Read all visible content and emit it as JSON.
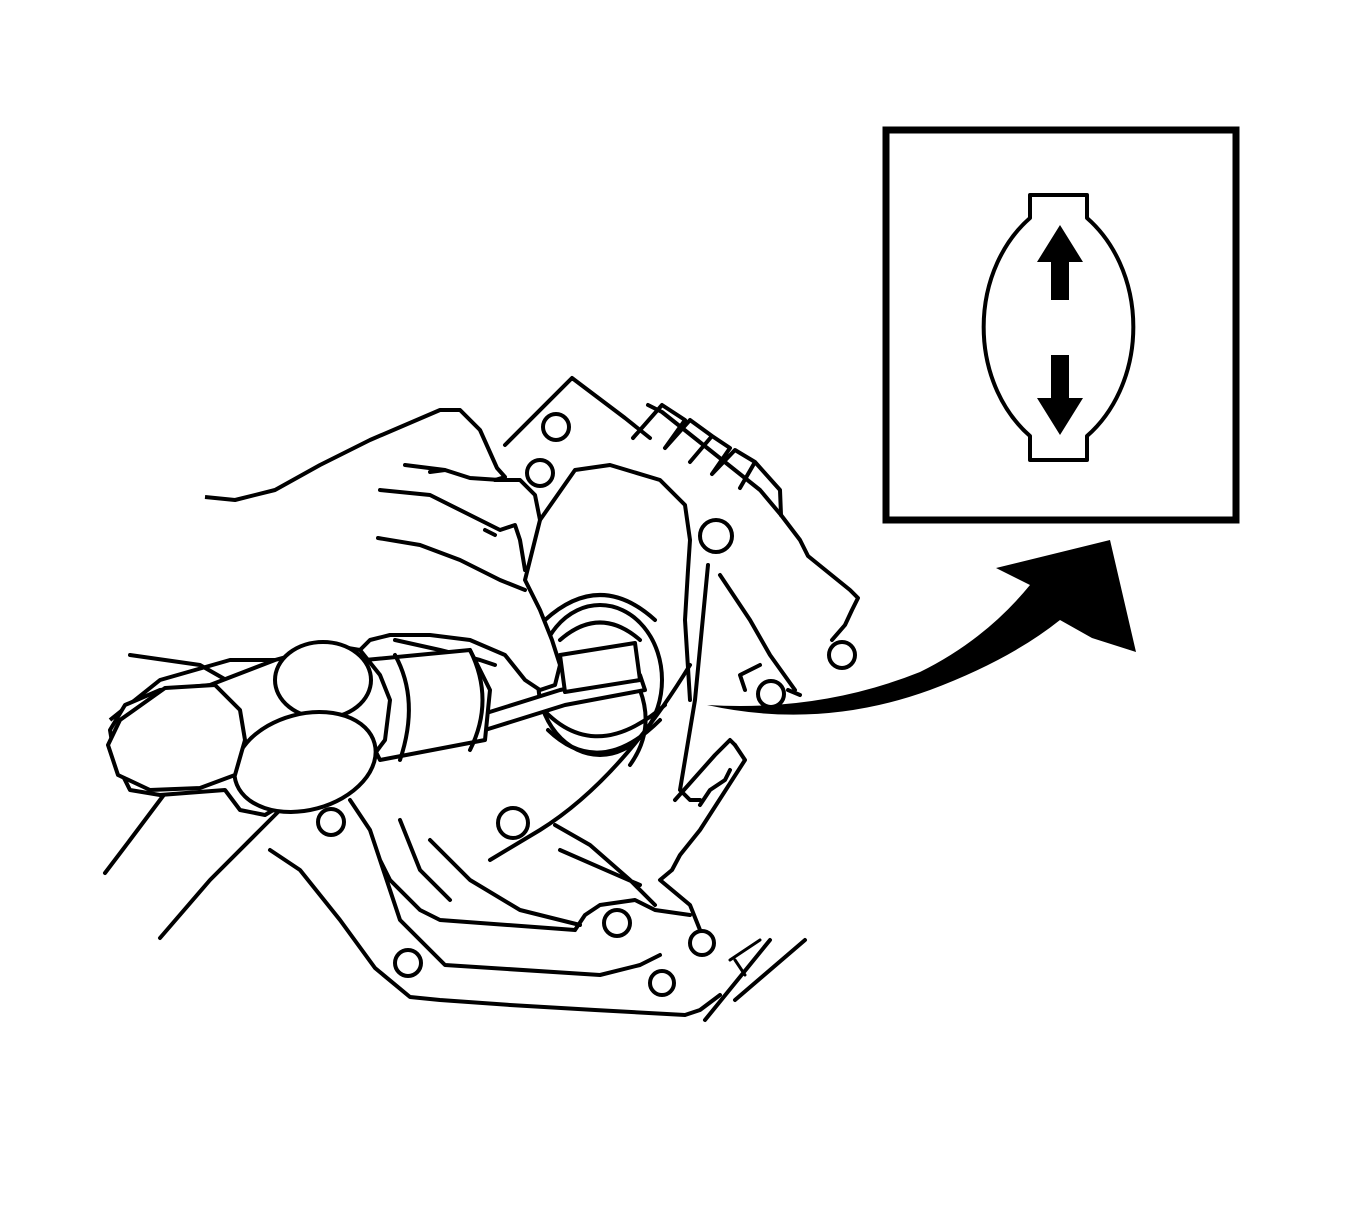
{
  "figure": {
    "kind": "service-illustration",
    "colors": {
      "line": "#000000",
      "background": "#ffffff"
    },
    "parts": [
      "housing",
      "hand",
      "screwdriver",
      "bearing-bore",
      "callout-arrow",
      "detail-inset"
    ],
    "detail_inset": {
      "icon": "up-down-arrows-icon",
      "indicates": "alignment-direction"
    }
  }
}
